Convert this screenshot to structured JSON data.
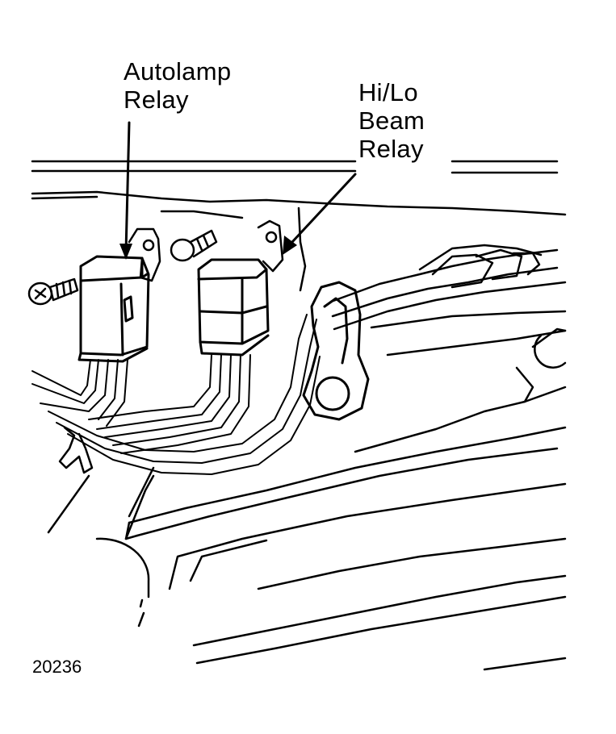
{
  "labels": {
    "autolamp_relay": [
      "Autolamp",
      "Relay"
    ],
    "hilo_beam_relay": [
      "Hi/Lo",
      "Beam",
      "Relay"
    ]
  },
  "figure_number": "20236",
  "colors": {
    "ink": "#000000",
    "paper": "#ffffff"
  }
}
